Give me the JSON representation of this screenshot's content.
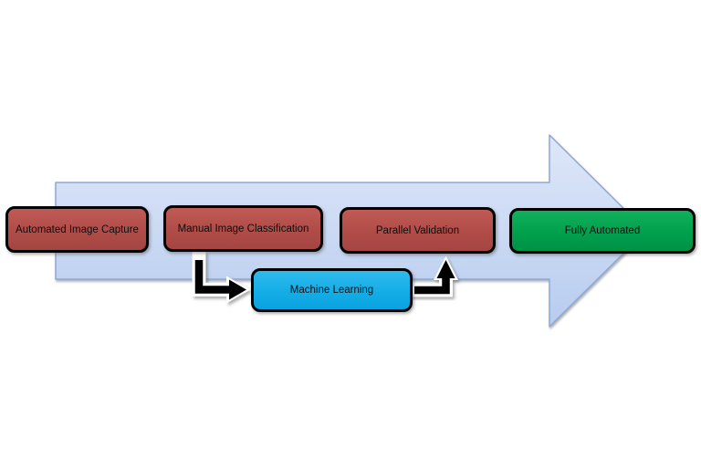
{
  "diagram": {
    "type": "process-flow-block-arrow",
    "direction": "right",
    "background": "#ffffff",
    "text_color": "#0d0d0d",
    "block_arrow": {
      "fill_top": "#dfe7f8",
      "fill_bottom": "#b7ccef",
      "stroke": "#8fa9d4"
    },
    "main_steps": [
      {
        "label": "Automated Image Capture",
        "fill": "#b04c48",
        "border": "#000000"
      },
      {
        "label": "Manual Image Classification",
        "fill": "#b04c48",
        "border": "#000000"
      },
      {
        "label": "Parallel Validation",
        "fill": "#b04c48",
        "border": "#000000"
      },
      {
        "label": "Fully Automated",
        "fill": "#00a04d",
        "border": "#000000"
      }
    ],
    "sub_step": {
      "label": "Machine Learning",
      "fill": "#14ade6",
      "border": "#000000"
    },
    "connectors": [
      {
        "name": "elbow-arrow-down-right",
        "from": "Manual Image Classification",
        "to": "Machine Learning",
        "color": "#000000",
        "outline": "#ffffff"
      },
      {
        "name": "elbow-arrow-right-up",
        "from": "Machine Learning",
        "to": "Parallel Validation",
        "color": "#000000",
        "outline": "#ffffff"
      }
    ]
  }
}
